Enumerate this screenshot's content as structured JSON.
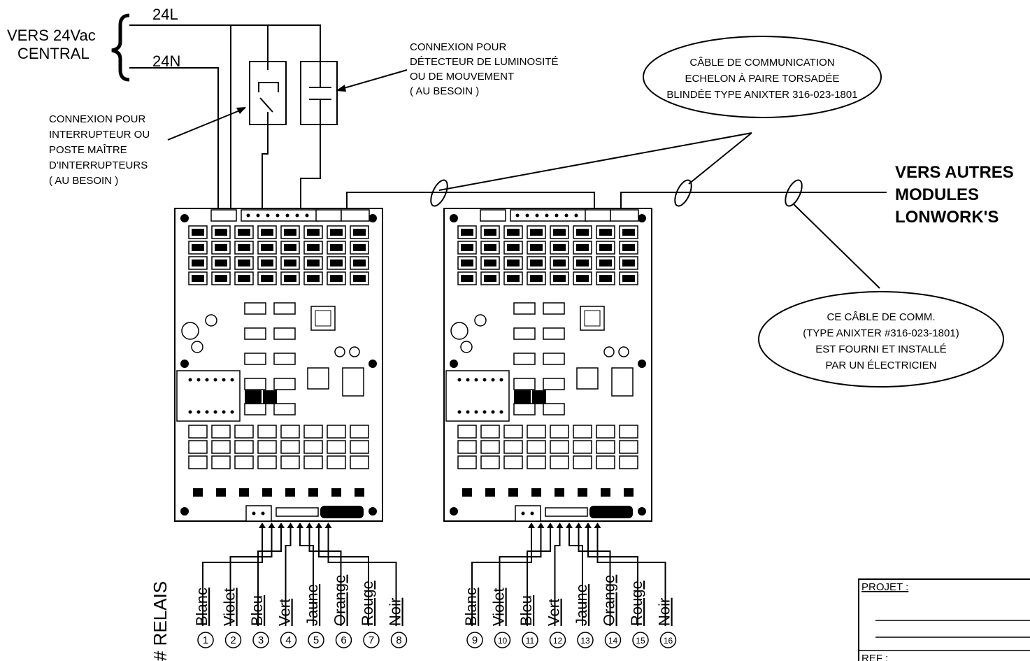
{
  "supply": {
    "brace_label_line1": "VERS 24Vac",
    "brace_label_line2": "CENTRAL",
    "line_l": "24L",
    "line_n": "24N"
  },
  "switch_note": {
    "lines": [
      "CONNEXION POUR",
      "INTERRUPTEUR OU",
      "POSTE MAÎTRE",
      "D'INTERRUPTEURS",
      "( AU BESOIN )"
    ]
  },
  "sensor_note": {
    "lines": [
      "CONNEXION POUR",
      "DÉTECTEUR DE LUMINOSITÉ",
      "OU DE MOUVEMENT",
      "( AU BESOIN )"
    ]
  },
  "comm_cable_note": {
    "lines": [
      "CÂBLE DE COMMUNICATION",
      "ECHELON À PAIRE TORSADÉE",
      "BLINDÉE TYPE ANIXTER 316-023-1801"
    ]
  },
  "installer_note": {
    "lines": [
      "CE CÂBLE DE COMM.",
      "(TYPE ANIXTER #316-023-1801)",
      "EST FOURNI ET INSTALLÉ",
      "PAR UN ÉLECTRICIEN"
    ]
  },
  "other_modules": {
    "lines": [
      "VERS AUTRES",
      "MODULES",
      "LONWORK'S"
    ]
  },
  "relay_header": "# RELAIS",
  "module1": {
    "wires": [
      "Blanc",
      "Violet",
      "Bleu",
      "Vert",
      "Jaune",
      "Orange",
      "Rouge",
      "Noir"
    ],
    "numbers": [
      "1",
      "2",
      "3",
      "4",
      "5",
      "6",
      "7",
      "8"
    ]
  },
  "module2": {
    "wires": [
      "Blanc",
      "Violet",
      "Bleu",
      "Vert",
      "Jaune",
      "Orange",
      "Rouge",
      "Noir"
    ],
    "numbers": [
      "9",
      "10",
      "11",
      "12",
      "13",
      "14",
      "15",
      "16"
    ]
  },
  "title_block": {
    "projet": "PROJET :",
    "ref": "REF :"
  }
}
